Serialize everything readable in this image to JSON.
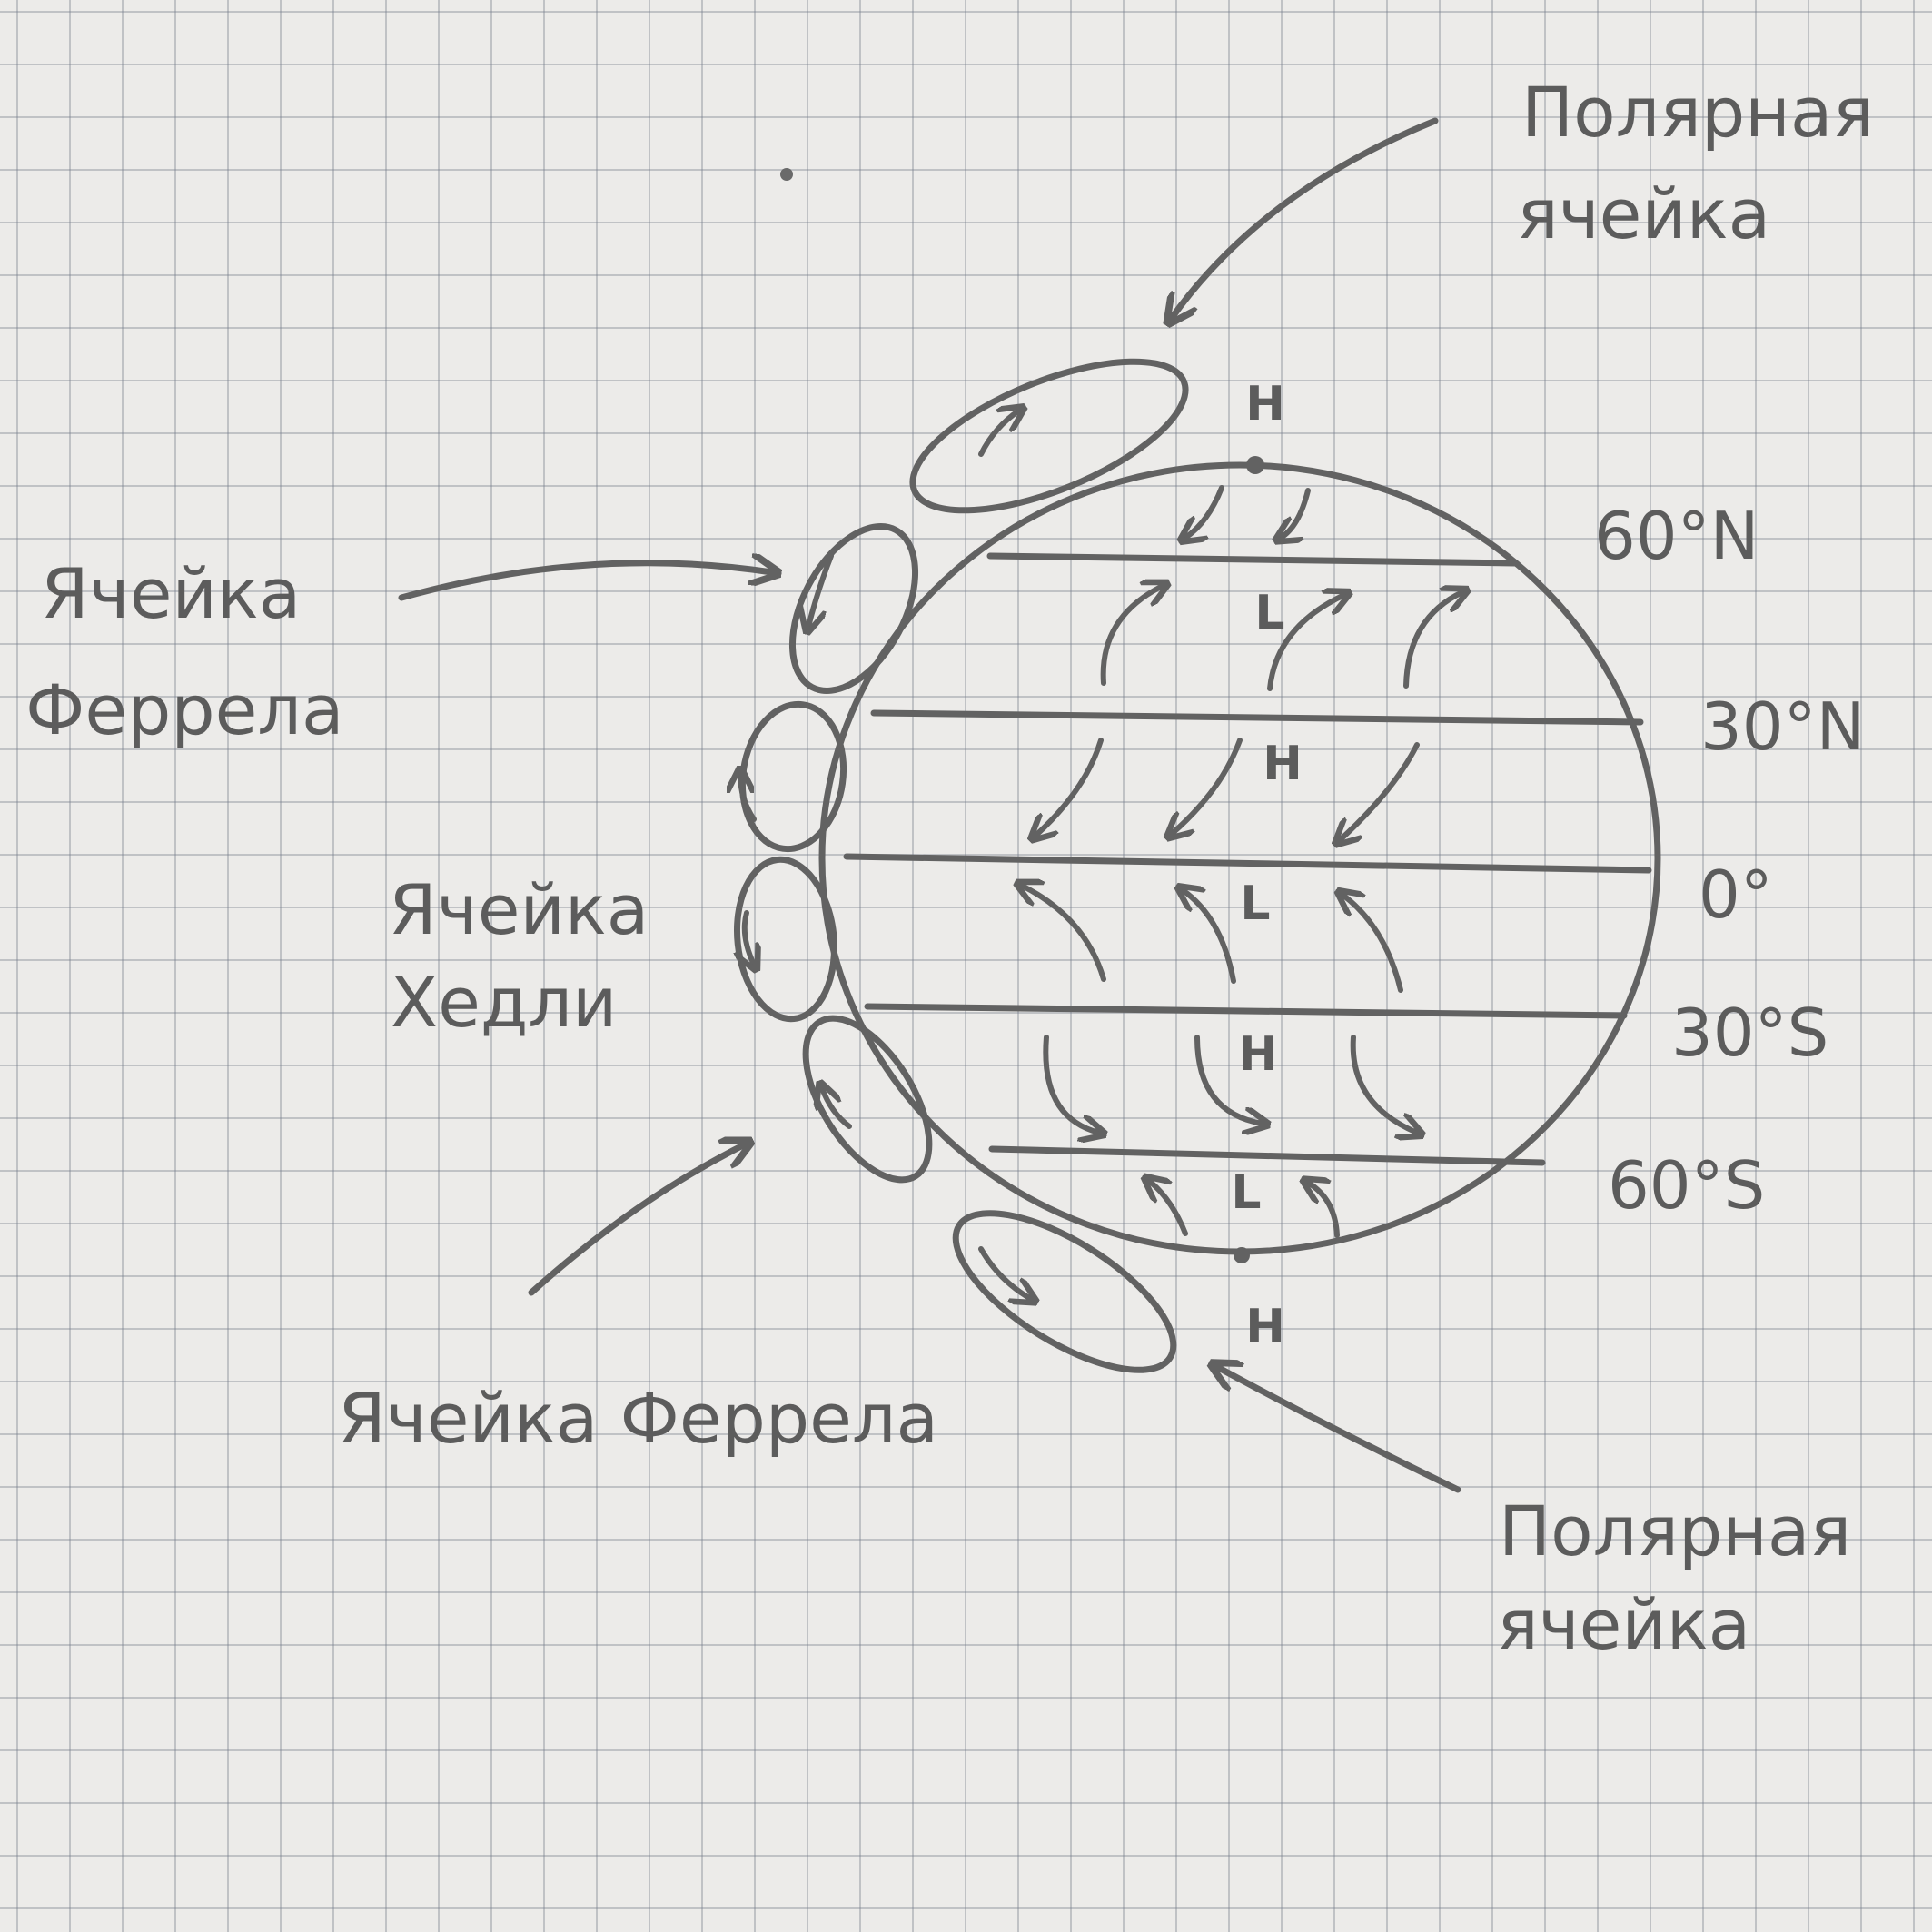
{
  "labels": {
    "polar_north_line1": "Полярная",
    "polar_north_line2": "ячейка",
    "ferrel_north_line1": "Ячейка",
    "ferrel_north_line2": "Феррела",
    "hadley_line1": "Ячейка",
    "hadley_line2": "Хедли",
    "ferrel_south": "Ячейка Феррела",
    "polar_south_line1": "Полярная",
    "polar_south_line2": "ячейка"
  },
  "latitudes": {
    "lat_60n": "60°N",
    "lat_30n": "30°N",
    "lat_0": "0°",
    "lat_30s": "30°S",
    "lat_60s": "60°S"
  },
  "pressure": {
    "north_pole": "H",
    "sub_60n": "L",
    "sub_30n": "H",
    "equator": "L",
    "sub_30s": "H",
    "sub_60s": "L",
    "south_pole": "H"
  },
  "colors": {
    "ink": "#626262",
    "paper": "#ecebe9",
    "grid": "#787d8c"
  }
}
